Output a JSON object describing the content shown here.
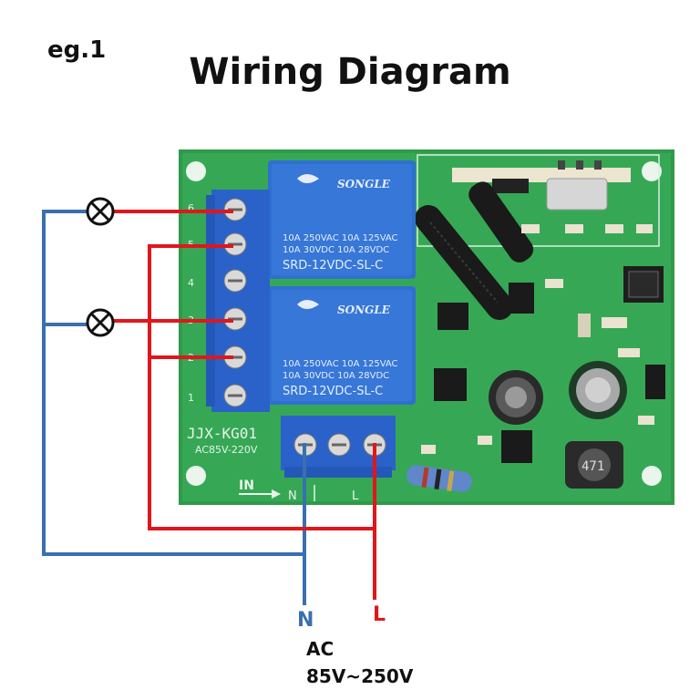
{
  "header": {
    "example_label": "eg.1",
    "title": "Wiring Diagram"
  },
  "board": {
    "model": "JJX-KG01",
    "voltage_rating": "AC85V-220V",
    "input_label": "IN",
    "input_n": "N",
    "input_l": "L",
    "terminal_numbers": [
      "6",
      "5",
      "4",
      "3",
      "2",
      "1"
    ],
    "inductor_code": "471"
  },
  "relays": [
    {
      "brand": "SONGLE",
      "rating_1": "10A 250VAC  10A 125VAC",
      "rating_2": "10A  30VDC  10A  28VDC",
      "model": "SRD-12VDC-SL-C"
    },
    {
      "brand": "SONGLE",
      "rating_1": "10A 250VAC  10A 125VAC",
      "rating_2": "10A  30VDC  10A  28VDC",
      "model": "SRD-12VDC-SL-C"
    }
  ],
  "power": {
    "neutral_label": "N",
    "live_label": "L",
    "ac_label": "AC",
    "voltage_range": "85V~250V"
  },
  "colors": {
    "neutral_wire": "#3a6fb0",
    "live_wire": "#e0161b",
    "pcb": "#2e9a4a",
    "relay": "#2f6fd1",
    "terminal": "#2a62c9"
  }
}
